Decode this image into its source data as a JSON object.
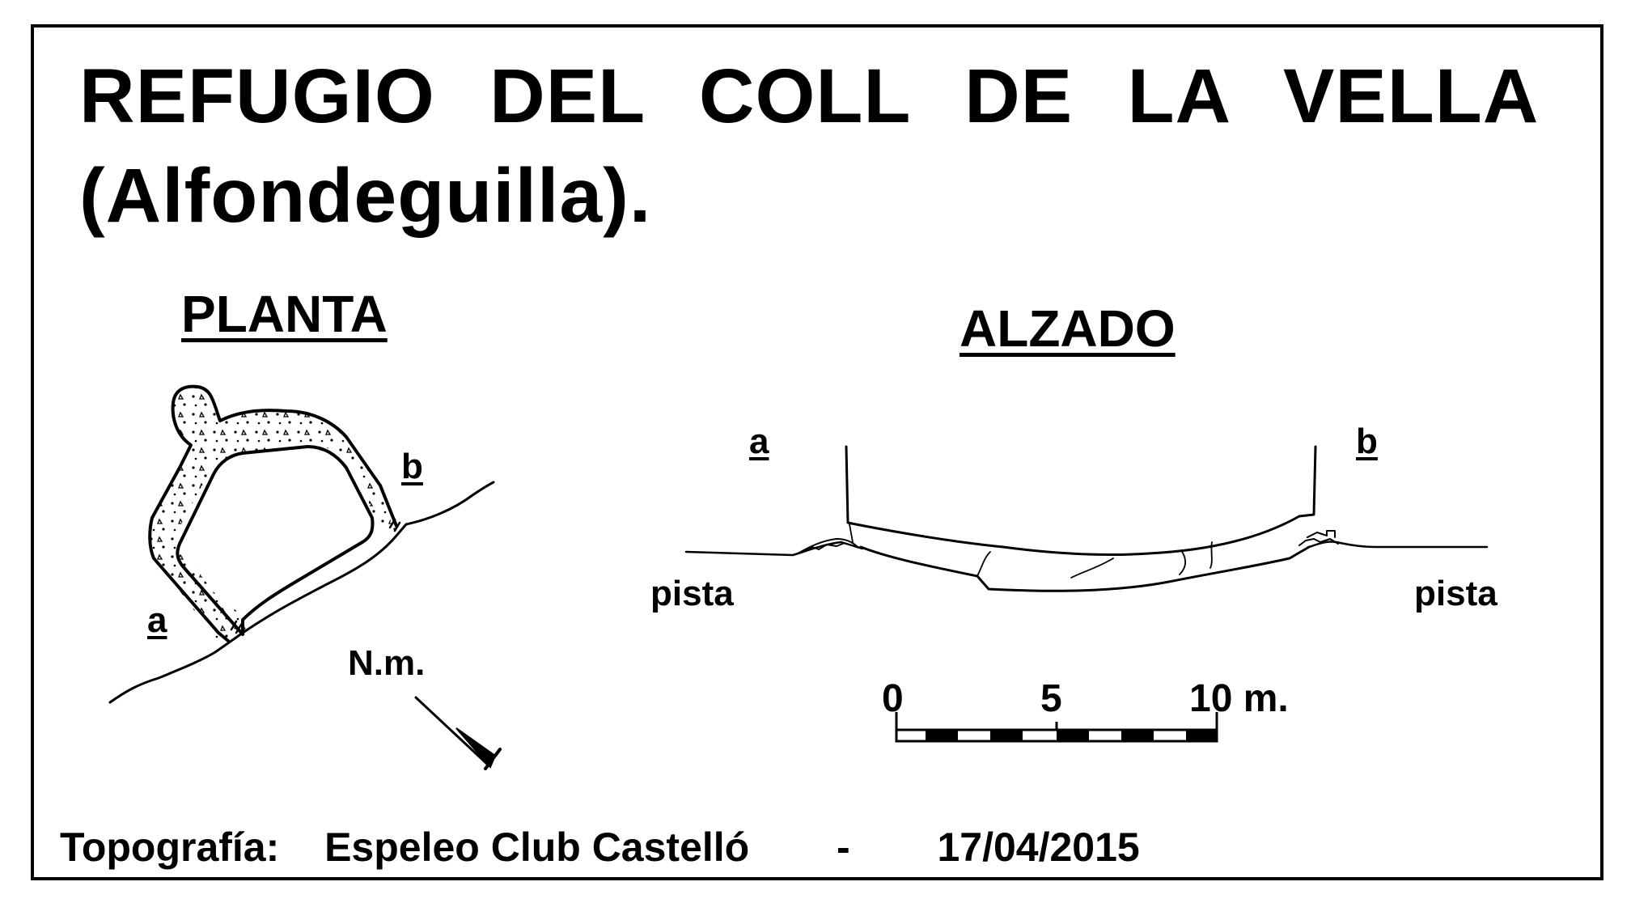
{
  "title": {
    "line1": "REFUGIO DEL COLL DE LA VELLA",
    "line2": "(Alfondeguilla)."
  },
  "plan": {
    "heading": "PLANTA",
    "label_a": "a",
    "label_b": "b",
    "north_label": "N.m."
  },
  "elevation": {
    "heading": "ALZADO",
    "label_a": "a",
    "label_b": "b",
    "road_left": "pista",
    "road_right": "pista"
  },
  "scale": {
    "tick_0": "0",
    "tick_5": "5",
    "tick_10": "10 m."
  },
  "footer": {
    "label": "Topografía:",
    "author": "Espeleo Club Castelló",
    "separator": "-",
    "date": "17/04/2015"
  }
}
